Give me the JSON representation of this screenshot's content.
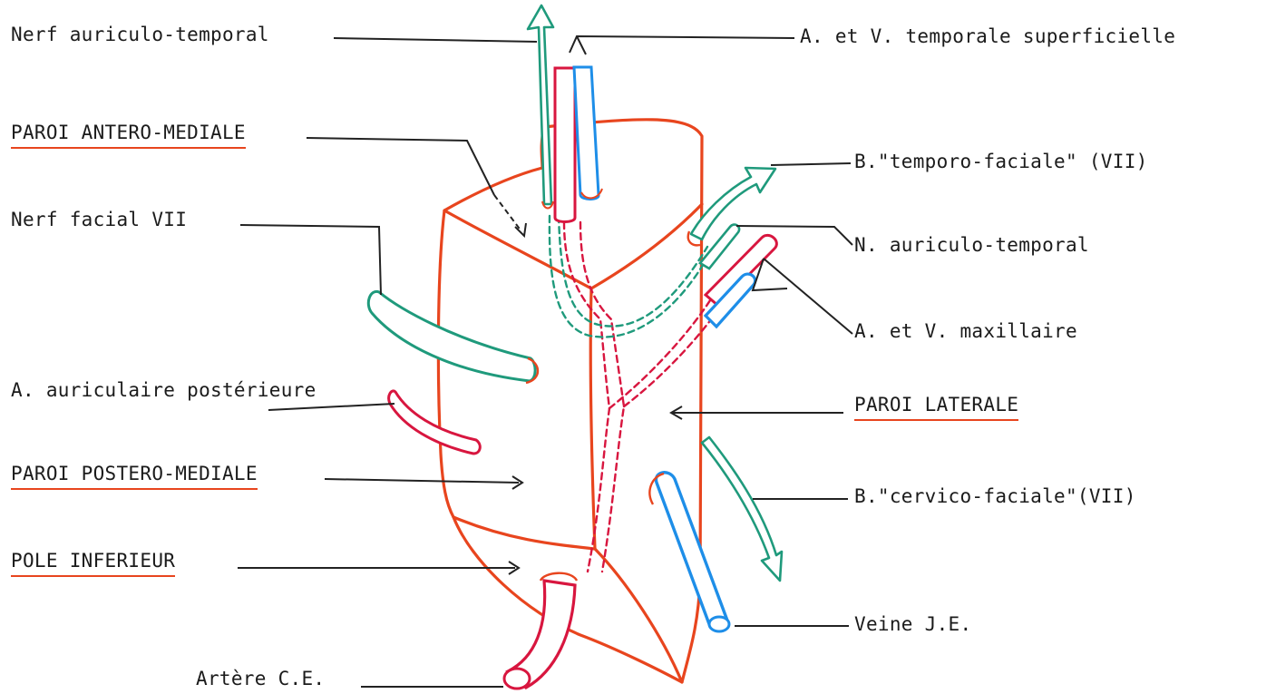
{
  "labels": {
    "nerf_auriculo_temporal_top": "Nerf auriculo-temporal",
    "a_v_temporale_superficielle": "A. et V. temporale superficielle",
    "paroi_antero_mediale": "PAROI ANTERO-MEDIALE",
    "b_temporo_faciale": "B.\"temporo-faciale\" (VII)",
    "nerf_facial_vii": "Nerf facial  VII",
    "n_auriculo_temporal_right": "N. auriculo-temporal",
    "a_v_maxillaire": "A. et V. maxillaire",
    "a_auriculaire_posterieure": "A. auriculaire postérieure",
    "paroi_laterale": "PAROI LATERALE",
    "paroi_postero_mediale": "PAROI POSTERO-MEDIALE",
    "b_cervico_faciale": "B.\"cervico-faciale\"(VII)",
    "pole_inferieur": "POLE  INFERIEUR",
    "veine_je": "Veine J.E.",
    "artere_ce": "Artère C.E."
  },
  "colors": {
    "gland_outline": "#e8451e",
    "artery": "#d8163f",
    "vein": "#1e8ee8",
    "nerve": "#1f9a7c",
    "leader_line": "#222222",
    "label_underline": "#e8451e"
  }
}
